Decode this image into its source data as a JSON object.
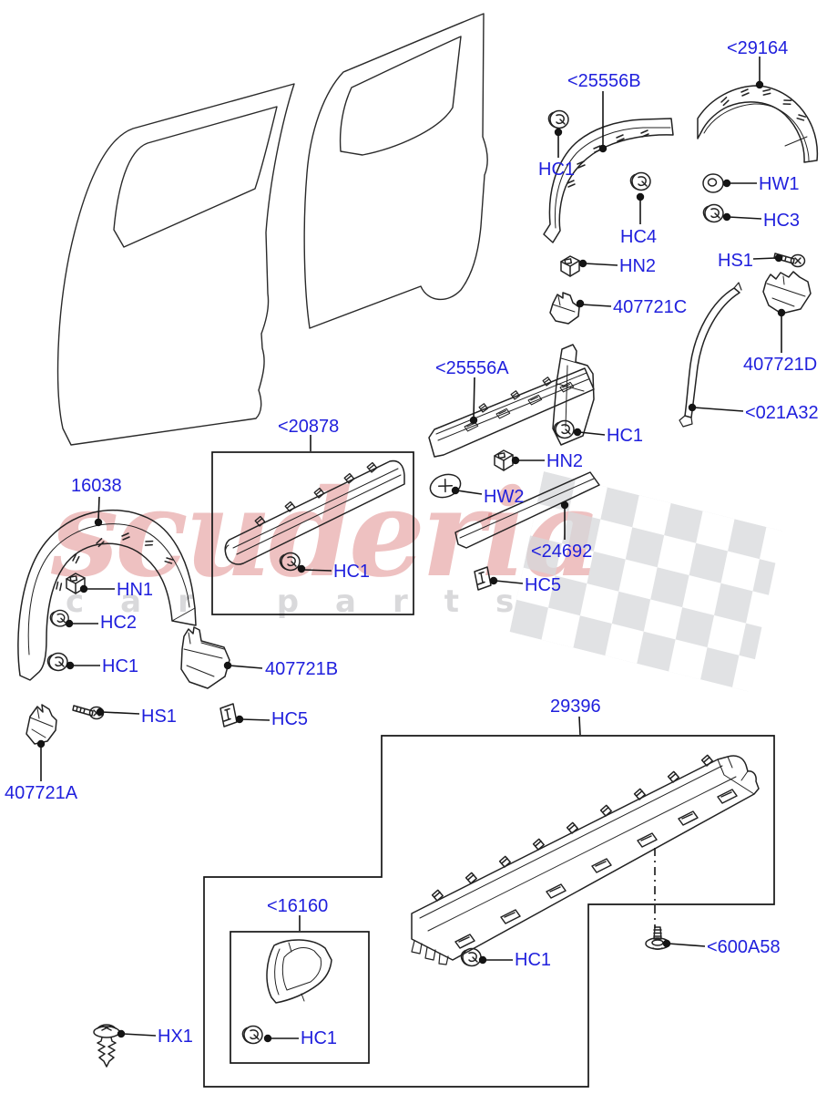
{
  "page": {
    "type": "parts-catalog-diagram",
    "background": "#ffffff",
    "label_color": "#2020dd",
    "line_color": "#222222"
  },
  "watermark": {
    "line1": "scuderia",
    "line2": "car parts",
    "red_color": "rgba(203,62,62,0.32)",
    "gray_color": "rgba(130,130,135,0.30)",
    "flag_gray": "#d7d9dc"
  },
  "labels": [
    {
      "id": "l_29164",
      "text": "<29164"
    },
    {
      "id": "l_25556b",
      "text": "<25556B"
    },
    {
      "id": "l_hc1_top",
      "text": "HC1"
    },
    {
      "id": "l_hc4",
      "text": "HC4"
    },
    {
      "id": "l_hw1",
      "text": "HW1"
    },
    {
      "id": "l_hc3",
      "text": "HC3"
    },
    {
      "id": "l_hs1_right",
      "text": "HS1"
    },
    {
      "id": "l_hn2_top",
      "text": "HN2"
    },
    {
      "id": "l_407721c",
      "text": "407721C"
    },
    {
      "id": "l_407721d",
      "text": "407721D"
    },
    {
      "id": "l_021a32",
      "text": "<021A32"
    },
    {
      "id": "l_25556a",
      "text": "<25556A"
    },
    {
      "id": "l_hc1_mid",
      "text": "HC1"
    },
    {
      "id": "l_hn2_mid",
      "text": "HN2"
    },
    {
      "id": "l_hw2",
      "text": "HW2"
    },
    {
      "id": "l_24692",
      "text": "<24692"
    },
    {
      "id": "l_hc5_mid",
      "text": "HC5"
    },
    {
      "id": "l_20878",
      "text": "<20878"
    },
    {
      "id": "l_hc1_box",
      "text": "HC1"
    },
    {
      "id": "l_16038",
      "text": "16038"
    },
    {
      "id": "l_hn1",
      "text": "HN1"
    },
    {
      "id": "l_hc2",
      "text": "HC2"
    },
    {
      "id": "l_hc1_left",
      "text": "HC1"
    },
    {
      "id": "l_hs1_left",
      "text": "HS1"
    },
    {
      "id": "l_407721b",
      "text": "407721B"
    },
    {
      "id": "l_hc5_left",
      "text": "HC5"
    },
    {
      "id": "l_407721a",
      "text": "407721A"
    },
    {
      "id": "l_29396",
      "text": "29396"
    },
    {
      "id": "l_16160",
      "text": "<16160"
    },
    {
      "id": "l_hx1",
      "text": "HX1"
    },
    {
      "id": "l_hc1_16160",
      "text": "HC1"
    },
    {
      "id": "l_hc1_sill",
      "text": "HC1"
    },
    {
      "id": "l_600a58",
      "text": "<600A58"
    }
  ]
}
